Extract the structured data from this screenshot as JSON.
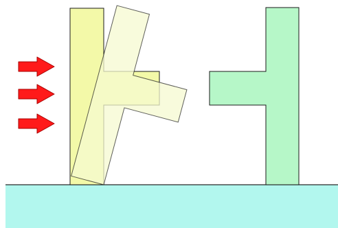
{
  "colors": {
    "background": "#ffffff",
    "ground_fill": "#b2f7ee",
    "ground_stroke": "#2a2a2a",
    "upright_shape_fill": "#f3f9a8",
    "tilted_shape_fill": "#f6fad0",
    "right_shape_fill": "#b6f7c8",
    "arrow_fill": "#ff1a1a",
    "arrow_stroke": "#a50000",
    "outline": "#1a1a1a"
  },
  "diagram": {
    "arrow_count": 3,
    "tilt_degrees": 15,
    "shapes": [
      {
        "id": "upright-yellow-shape",
        "kind": "inverted-L"
      },
      {
        "id": "tilted-yellow-shape",
        "kind": "inverted-L",
        "state": "tilted"
      },
      {
        "id": "green-shape",
        "kind": "T"
      }
    ]
  }
}
